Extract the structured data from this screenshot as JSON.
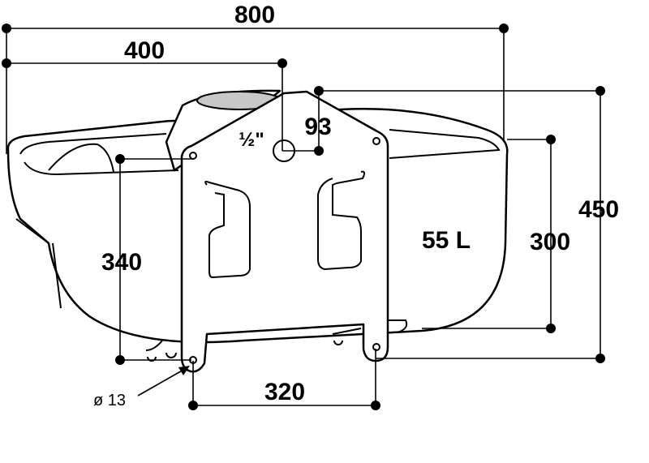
{
  "dimensions": {
    "total_width": "800",
    "half_width": "400",
    "inlet_offset": "93",
    "inlet_size": "½\"",
    "volume": "55 L",
    "bowl_height": "300",
    "total_height": "450",
    "mount_height": "340",
    "hole_spacing": "320",
    "hole_diameter": "ø 13"
  }
}
